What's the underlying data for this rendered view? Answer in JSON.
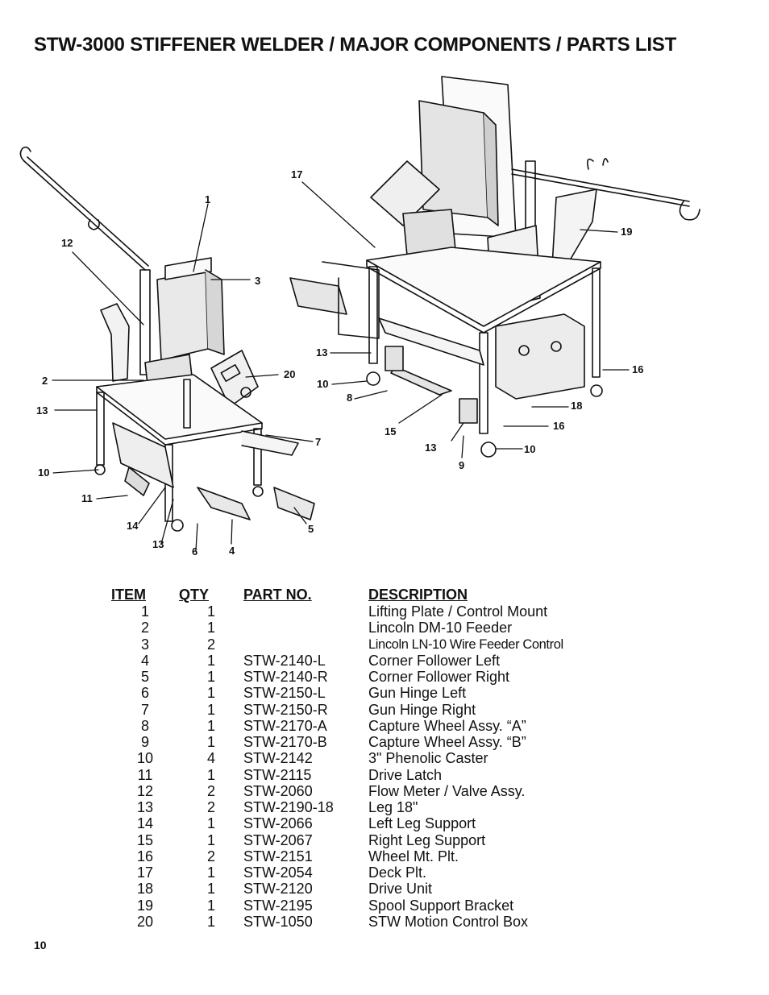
{
  "header": {
    "title": "STW-3000 STIFFENER WELDER / MAJOR COMPONENTS / PARTS LIST"
  },
  "figure": {
    "callouts": [
      "1",
      "12",
      "3",
      "2",
      "20",
      "13",
      "7",
      "10",
      "11",
      "14",
      "13",
      "6",
      "4",
      "5",
      "17",
      "19",
      "13",
      "10",
      "8",
      "15",
      "16",
      "18",
      "16",
      "13",
      "10",
      "9"
    ]
  },
  "parts_table": {
    "headers": {
      "item": "ITEM",
      "qty": "QTY",
      "part_no": "PART NO.",
      "description": "DESCRIPTION"
    },
    "rows": [
      {
        "item": "1",
        "qty": "1",
        "part_no": "",
        "description": "Lifting Plate / Control Mount"
      },
      {
        "item": "2",
        "qty": "1",
        "part_no": "",
        "description": "Lincoln DM-10 Feeder"
      },
      {
        "item": "3",
        "qty": "2",
        "part_no": "",
        "description": "Lincoln LN-10 Wire Feeder Control"
      },
      {
        "item": "4",
        "qty": "1",
        "part_no": "STW-2140-L",
        "description": "Corner Follower Left"
      },
      {
        "item": "5",
        "qty": "1",
        "part_no": "STW-2140-R",
        "description": "Corner Follower Right"
      },
      {
        "item": "6",
        "qty": "1",
        "part_no": "STW-2150-L",
        "description": "Gun Hinge Left"
      },
      {
        "item": "7",
        "qty": "1",
        "part_no": "STW-2150-R",
        "description": "Gun Hinge Right"
      },
      {
        "item": "8",
        "qty": "1",
        "part_no": "STW-2170-A",
        "description": "Capture Wheel Assy. “A”"
      },
      {
        "item": "9",
        "qty": "1",
        "part_no": "STW-2170-B",
        "description": "Capture Wheel Assy. “B”"
      },
      {
        "item": "10",
        "qty": "4",
        "part_no": "STW-2142",
        "description": "3\" Phenolic Caster"
      },
      {
        "item": "11",
        "qty": "1",
        "part_no": "STW-2115",
        "description": "Drive Latch"
      },
      {
        "item": "12",
        "qty": "2",
        "part_no": "STW-2060",
        "description": "Flow Meter / Valve Assy."
      },
      {
        "item": "13",
        "qty": "2",
        "part_no": "STW-2190-18",
        "description": "Leg 18\""
      },
      {
        "item": "14",
        "qty": "1",
        "part_no": "STW-2066",
        "description": "Left Leg Support"
      },
      {
        "item": "15",
        "qty": "1",
        "part_no": "STW-2067",
        "description": "Right Leg Support"
      },
      {
        "item": "16",
        "qty": "2",
        "part_no": "STW-2151",
        "description": "Wheel Mt. Plt."
      },
      {
        "item": "17",
        "qty": "1",
        "part_no": "STW-2054",
        "description": "Deck Plt."
      },
      {
        "item": "18",
        "qty": "1",
        "part_no": "STW-2120",
        "description": "Drive Unit"
      },
      {
        "item": "19",
        "qty": "1",
        "part_no": "STW-2195",
        "description": "Spool Support Bracket"
      },
      {
        "item": "20",
        "qty": "1",
        "part_no": "STW-1050",
        "description": "STW Motion Control Box"
      }
    ]
  },
  "footer": {
    "page_number": "10"
  }
}
